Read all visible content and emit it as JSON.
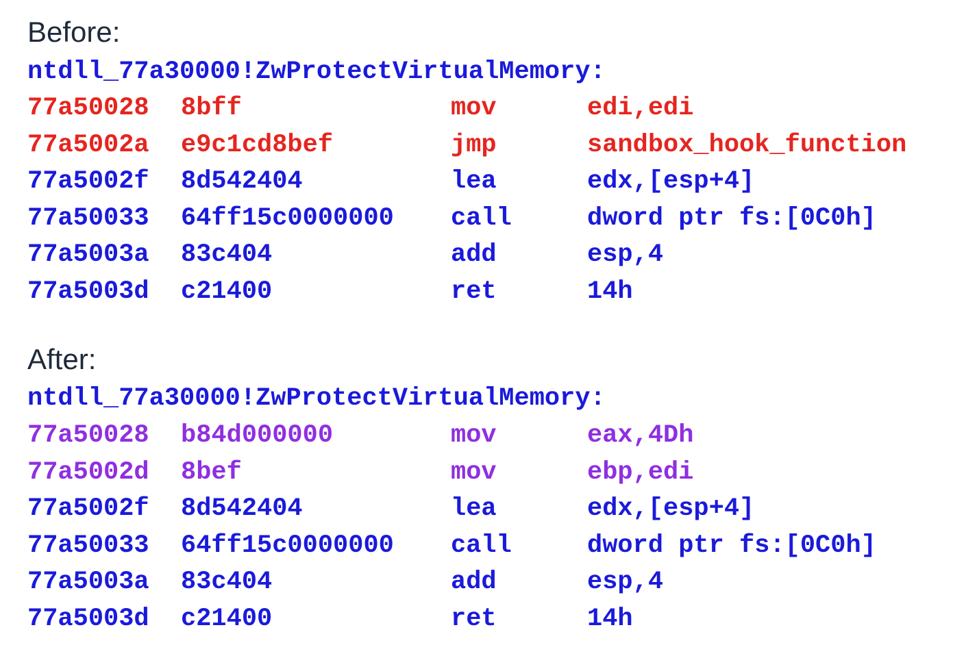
{
  "colors": {
    "normal": "#1a1adb",
    "hooked": "#e5251f",
    "patched": "#8f2fe0",
    "heading": "#1f2a3a"
  },
  "before": {
    "heading": "Before:",
    "label": "ntdll_77a30000!ZwProtectVirtualMemory:",
    "lines": [
      {
        "addr": "77a50028",
        "bytes": "8bff",
        "mnemonic": "mov",
        "operands": "edi,edi",
        "color": "#e5251f"
      },
      {
        "addr": "77a5002a",
        "bytes": "e9c1cd8bef",
        "mnemonic": "jmp",
        "operands": "sandbox_hook_function",
        "color": "#e5251f"
      },
      {
        "addr": "77a5002f",
        "bytes": "8d542404",
        "mnemonic": "lea",
        "operands": "edx,[esp+4]",
        "color": "#1a1adb"
      },
      {
        "addr": "77a50033",
        "bytes": "64ff15c0000000",
        "mnemonic": "call",
        "operands": "dword ptr fs:[0C0h]",
        "color": "#1a1adb"
      },
      {
        "addr": "77a5003a",
        "bytes": "83c404",
        "mnemonic": "add",
        "operands": "esp,4",
        "color": "#1a1adb"
      },
      {
        "addr": "77a5003d",
        "bytes": "c21400",
        "mnemonic": "ret",
        "operands": "14h",
        "color": "#1a1adb"
      }
    ]
  },
  "after": {
    "heading": "After:",
    "label": "ntdll_77a30000!ZwProtectVirtualMemory:",
    "lines": [
      {
        "addr": "77a50028",
        "bytes": "b84d000000",
        "mnemonic": "mov",
        "operands": "eax,4Dh",
        "color": "#8f2fe0"
      },
      {
        "addr": "77a5002d",
        "bytes": "8bef",
        "mnemonic": "mov",
        "operands": "ebp,edi",
        "color": "#8f2fe0"
      },
      {
        "addr": "77a5002f",
        "bytes": "8d542404",
        "mnemonic": "lea",
        "operands": "edx,[esp+4]",
        "color": "#1a1adb"
      },
      {
        "addr": "77a50033",
        "bytes": "64ff15c0000000",
        "mnemonic": "call",
        "operands": "dword ptr fs:[0C0h]",
        "color": "#1a1adb"
      },
      {
        "addr": "77a5003a",
        "bytes": "83c404",
        "mnemonic": "add",
        "operands": "esp,4",
        "color": "#1a1adb"
      },
      {
        "addr": "77a5003d",
        "bytes": "c21400",
        "mnemonic": "ret",
        "operands": "14h",
        "color": "#1a1adb"
      }
    ]
  }
}
